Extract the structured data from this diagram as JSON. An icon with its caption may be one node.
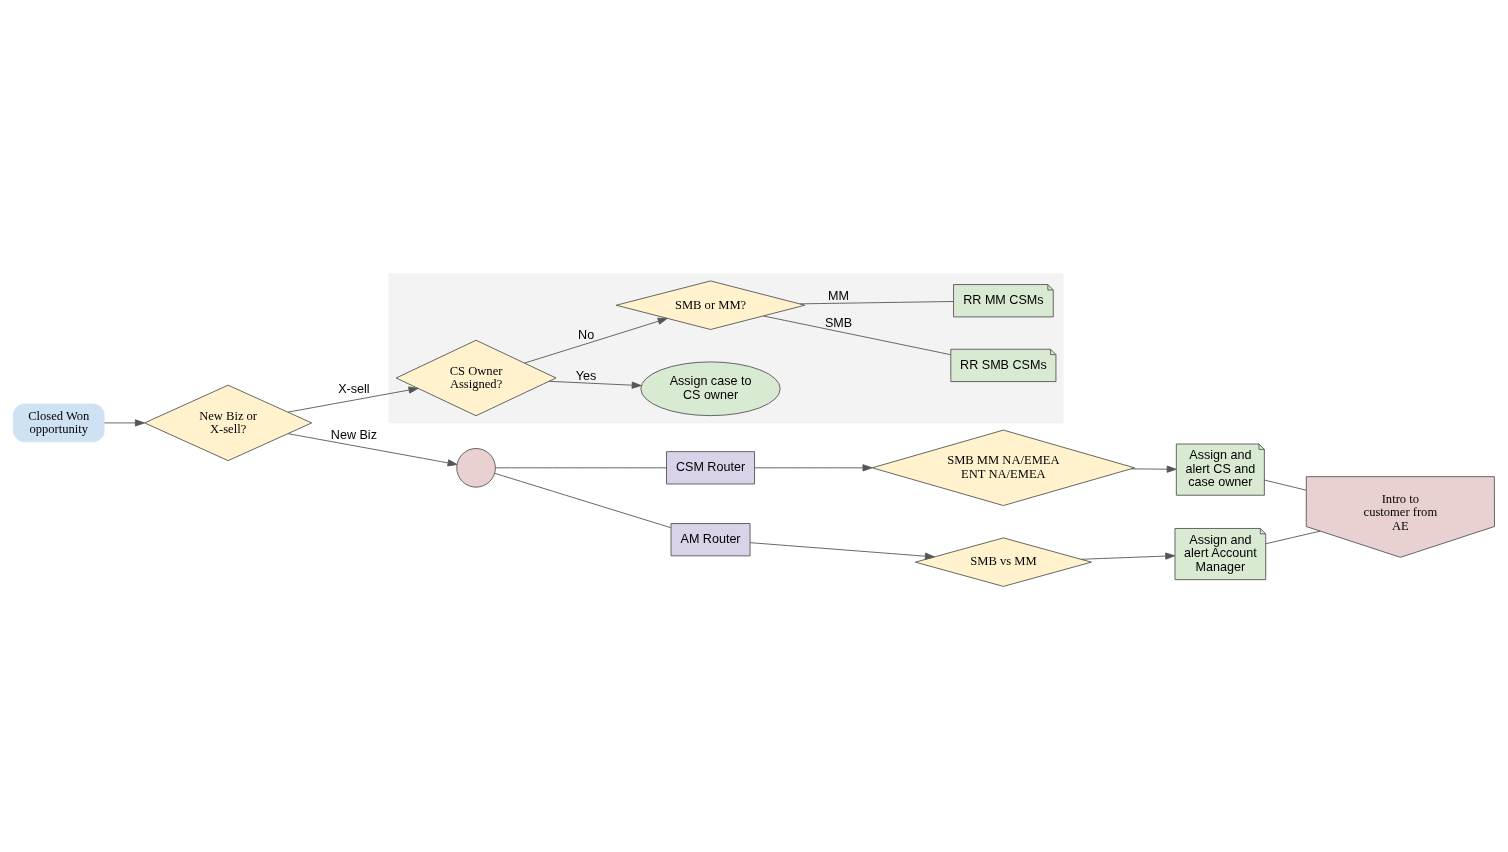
{
  "diagram": {
    "nodes": [
      {
        "text": [],
        "shape": "box"
      },
      {
        "text": [
          "Assign case to CS owner"
        ],
        "in": 0
      },
      {
        "text": [
          "CS Owner Assigned?"
        ],
        "in": 0
      },
      {
        "text": [
          "SMB or MM?"
        ],
        "in": 0
      },
      {
        "text": [
          "RR SMB CSMs"
        ],
        "in": 0
      },
      {
        "text": [
          "RR MM CSMs"
        ],
        "in": 0
      },
      {
        "text": [
          "Closed Won opportunity"
        ]
      },
      {
        "text": [
          "New Biz or X-sell?"
        ]
      },
      {
        "text": [],
        "shape": "circle"
      },
      {
        "text": [
          "CSM Router"
        ]
      },
      {
        "text": [
          "SMB MM NA/EMEA ENT NA/EMEA"
        ]
      },
      {
        "text": [
          "Assign and alert CS and case owner"
        ]
      },
      {
        "text": [
          "Intro to customer from AE"
        ]
      },
      {
        "text": [
          "AM Router"
        ]
      },
      {
        "text": [
          "SMB vs MM"
        ]
      },
      {
        "text": [
          "Assign and alert Account Manager"
        ]
      }
    ],
    "edges": [
      {
        "from": 6,
        "to": 7,
        "arrow": "to"
      },
      {
        "from": 7,
        "to": 2,
        "arrow": "to",
        "label": "X-sell"
      },
      {
        "from": 2,
        "to": 1,
        "arrow": "to",
        "label": "Yes"
      },
      {
        "from": 2,
        "to": 3,
        "arrow": "to",
        "label": "No"
      },
      {
        "from": 3,
        "to": 4,
        "arrow": "none",
        "label": "SMB"
      },
      {
        "from": 3,
        "to": 5,
        "arrow": "none",
        "label": "MM"
      },
      {
        "from": 7,
        "to": 8,
        "arrow": "to",
        "label": "New Biz"
      },
      {
        "from": 8,
        "to": 9,
        "arrow": "none"
      },
      {
        "from": 8,
        "to": 13,
        "arrow": "none"
      },
      {
        "from": 9,
        "to": 10,
        "arrow": "to"
      },
      {
        "from": 10,
        "to": 11,
        "arrow": "to"
      },
      {
        "from": 11,
        "to": 12,
        "arrow": "none"
      },
      {
        "from": 13,
        "to": 14,
        "arrow": "to"
      },
      {
        "from": 14,
        "to": 15,
        "arrow": "to"
      },
      {
        "from": 15,
        "to": 12,
        "arrow": "none"
      }
    ]
  }
}
